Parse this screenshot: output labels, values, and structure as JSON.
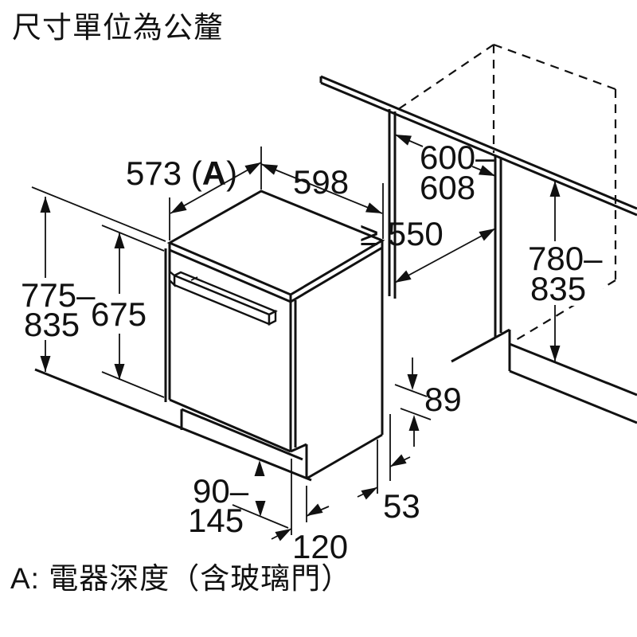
{
  "unit_note": "尺寸單位為公釐",
  "footnote": "A: 電器深度（含玻璃門）",
  "colors": {
    "line": "#111111",
    "background": "#ffffff"
  },
  "dimensions": {
    "appliance_depth": {
      "prefix": "573 (",
      "marker": "A",
      "suffix": ")"
    },
    "appliance_width": "598",
    "niche_width_line1": "600–",
    "niche_width_line2": "608",
    "niche_depth": "≥ 550",
    "appliance_height_line1": "775–",
    "appliance_height_line2": "835",
    "door_height": "675",
    "niche_height_line1": "780–",
    "niche_height_line2": "835",
    "plinth_height_line1": "90–",
    "plinth_height_line2": "145",
    "plinth_recess": "120",
    "base_rear_offset": "53",
    "base_side_height": "89"
  }
}
